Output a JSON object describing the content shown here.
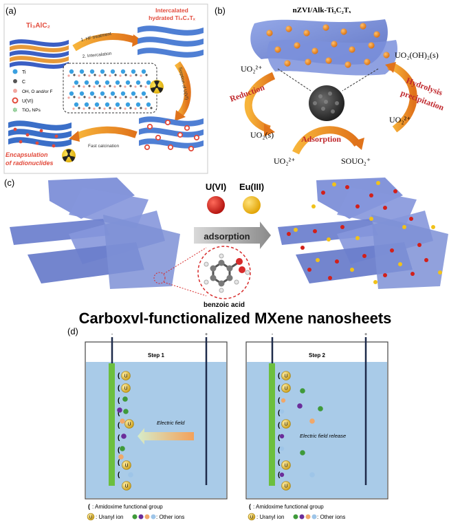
{
  "panel_a": {
    "label": "(a)",
    "top_title": "Ti₃AlC₂",
    "step1": "1. HF treatment",
    "step2": "2. Intercalation",
    "intercalated_title_line1": "Intercalated",
    "intercalated_title_line2": "hydrated Ti₃C₂Tₓ",
    "sorption": "Sorption of U(VI)",
    "fast_calc": "Fast calcination",
    "legend": [
      "Ti",
      "C",
      "OH, O and/or F",
      "U(VI)",
      "TiO₂ NPs"
    ],
    "encaps_line1": "Encapsulation",
    "encaps_line2": "of radionuclides"
  },
  "panel_b": {
    "label": "(b)",
    "title": "nZVI/Alk-Ti₃C₂Tₓ",
    "uo2_left": "UO₂²⁺",
    "reduction": "Reduction",
    "uo2s": "UO₂(s)",
    "adsorption": "Adsorption",
    "uo2_bottom": "UO₂²⁺",
    "souo2": "SOUO₂⁺",
    "uo2oh": "UO₂(OH)₂(s)",
    "hydrolysis_line1": "Hydrolysis",
    "hydrolysis_line2": "precipitation",
    "uo2_right": "UO₂²⁺"
  },
  "panel_c": {
    "label": "(c)",
    "uvi": "U(VI)",
    "eu": "Eu(III)",
    "adsorption": "adsorption",
    "benzoic": "benzoic acid",
    "title": "Carboxvl-functionalized MXene nanosheets"
  },
  "panel_d": {
    "label": "(d)",
    "step1": "Step 1",
    "step2": "Step 2",
    "electric_field": "Electric field",
    "electric_release": "Electric field release",
    "legend_amidoxime": ": Amidoxime functional group",
    "legend_uranyl": ": Uranyl ion",
    "legend_other": ": Other ions",
    "minus": "-",
    "plus": "+",
    "u_symbol": "U"
  },
  "colors": {
    "sheet_blue": "#6f86d6",
    "orange": "#e8892b",
    "red_text": "#c0282d",
    "water": "#a9cbe8",
    "electrode_green": "#6cbf3f"
  }
}
